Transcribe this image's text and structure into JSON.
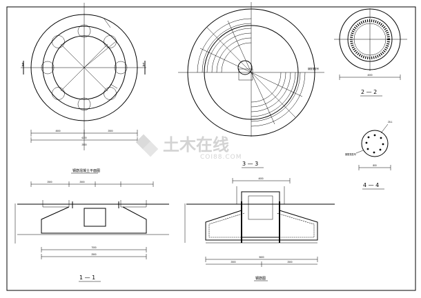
{
  "drawing": {
    "views": {
      "plan": {
        "caption": "钢筋混凝土平面图",
        "section_mark_left": "1",
        "section_mark_right": "1",
        "dims": [
          "4500",
          "2500",
          "6200",
          "2500"
        ]
      },
      "section_33": {
        "caption": "3 — 3",
        "tag": "钢筋笼型号"
      },
      "section_22": {
        "caption": "2 — 2",
        "dim": "4000"
      },
      "section_44": {
        "caption": "4 — 4",
        "dim": "800",
        "tag": "Z8-1",
        "pointer": "钢筋笼型号"
      },
      "section_11": {
        "caption": "1 — 1",
        "dims": [
          "2500",
          "2500",
          "7000",
          "2500"
        ]
      },
      "detail": {
        "caption": "钢筋图",
        "dims": [
          "4000",
          "5600",
          "2500",
          "2500"
        ]
      }
    },
    "watermark": {
      "brand": "土木在线",
      "url": "COI88.COM"
    }
  },
  "colors": {
    "line": "#000000",
    "paper": "#ffffff",
    "watermark": "#cfcfcf"
  }
}
